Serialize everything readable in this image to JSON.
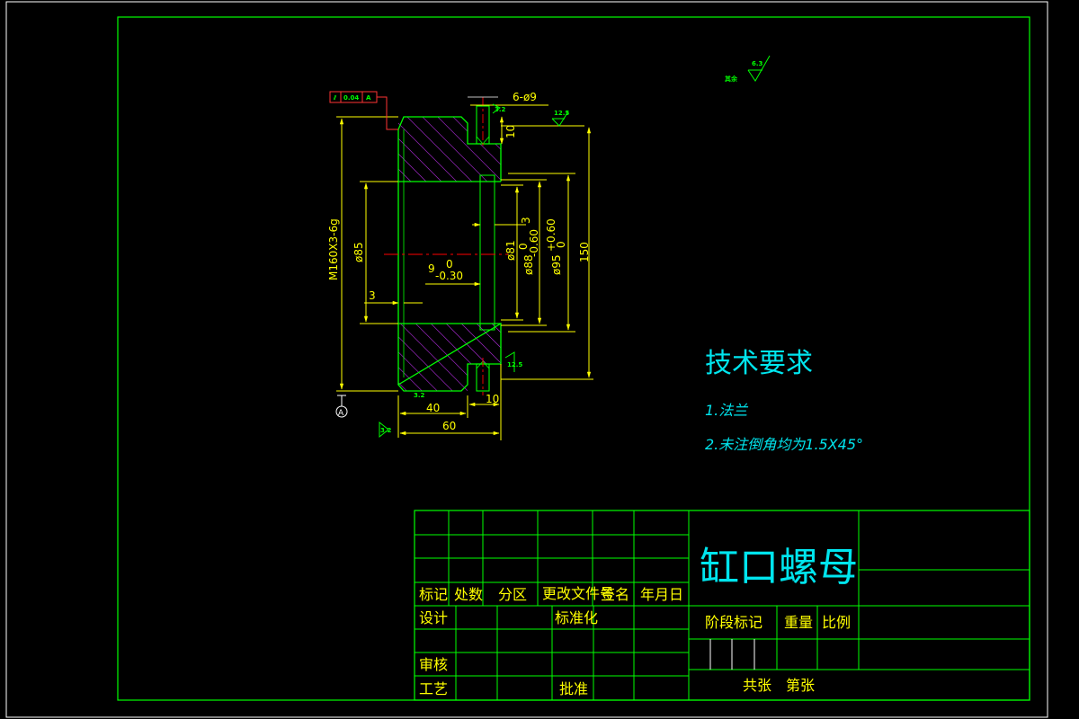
{
  "dimensions": {
    "holes": "6-ø9",
    "depth_top": "10",
    "thread": "M160X3-6g",
    "bore": "ø85",
    "groove_w": "3",
    "offset": "9",
    "offset_tol_up": "0",
    "offset_tol_low": "-0.30",
    "step_left": "3",
    "d81": "ø81",
    "d88": "ø88",
    "d88_tol_up": "0",
    "d88_tol_low": "-0.60",
    "d95": "ø95",
    "d95_tol_up": "+0.60",
    "d95_tol_low": "0",
    "flange_od": "150",
    "depth_bottom": "10",
    "len40": "40",
    "len60": "60",
    "datum": "A"
  },
  "annotations": {
    "roughness_other_label": "其余",
    "roughness_other_value": "6.3",
    "roughness_top": "12.5",
    "roughness_bottom": "12.5",
    "roughness_left": "3.2",
    "roughness_slot": "3.2",
    "roughness_face": "3.2",
    "geo_tol_symbol": "⫽",
    "geo_tol_value": "0.04",
    "geo_tol_datum": "A"
  },
  "notes": {
    "heading": "技术要求",
    "item1": "1.法兰",
    "item2": "2.未注倒角均为1.5X45°"
  },
  "title_block": {
    "part_name": "缸口螺母",
    "h_mark": "标记",
    "h_count": "处数",
    "h_zone": "分区",
    "h_doc": "更改文件号",
    "h_sign": "签名",
    "h_date": "年月日",
    "design": "设计",
    "standard": "标准化",
    "review": "审核",
    "process": "工艺",
    "approve": "批准",
    "stage": "阶段标记",
    "weight": "重量",
    "scale": "比例",
    "sheets_total": "共张",
    "sheet_no": "第张"
  }
}
